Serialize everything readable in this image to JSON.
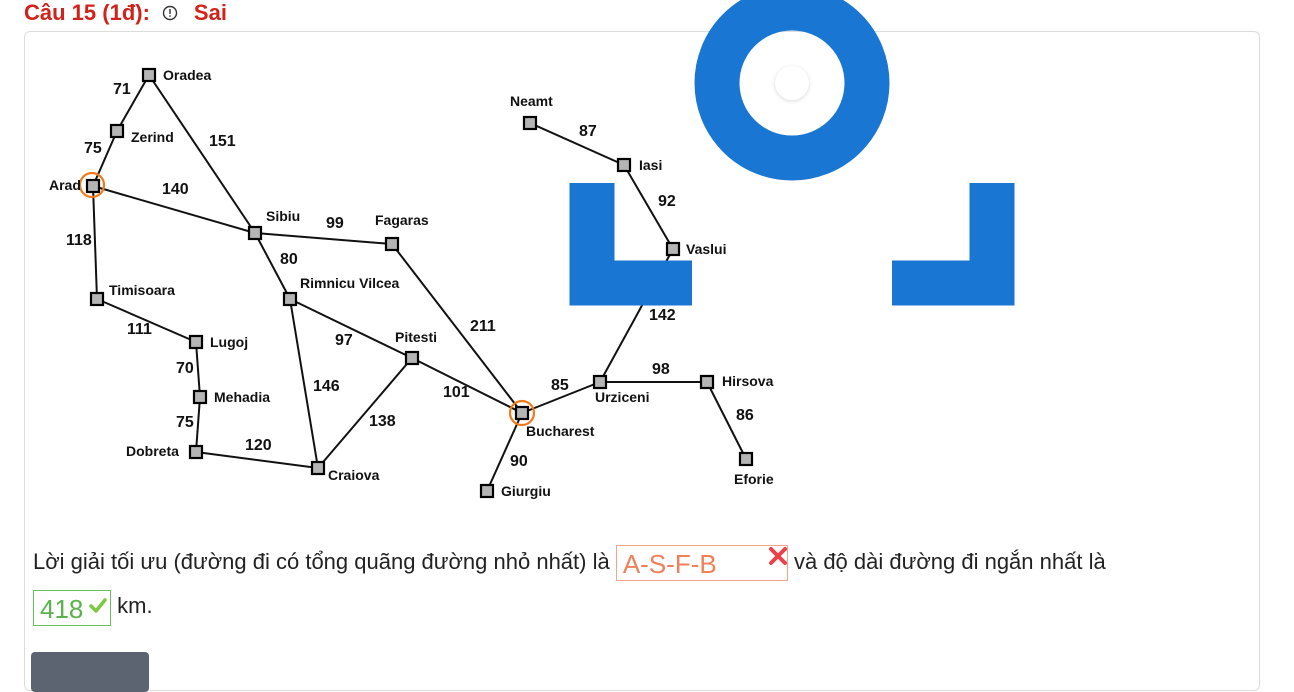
{
  "header": {
    "title": "Câu 15 (1đ):",
    "status": "Sai"
  },
  "graph": {
    "cities": {
      "oradea": "Oradea",
      "zerind": "Zerind",
      "arad": "Arad",
      "sibiu": "Sibiu",
      "fagaras": "Fagaras",
      "timisoara": "Timisoara",
      "rimnicu": "Rimnicu Vilcea",
      "lugoj": "Lugoj",
      "mehadia": "Mehadia",
      "dobreta": "Dobreta",
      "craiova": "Craiova",
      "pitesti": "Pitesti",
      "bucharest": "Bucharest",
      "giurgiu": "Giurgiu",
      "urziceni": "Urziceni",
      "hirsova": "Hirsova",
      "eforie": "Eforie",
      "vaslui": "Vaslui",
      "iasi": "Iasi",
      "neamt": "Neamt"
    },
    "distances": {
      "oradea_zerind": "71",
      "zerind_arad": "75",
      "oradea_sibiu": "151",
      "arad_sibiu": "140",
      "arad_timisoara": "118",
      "sibiu_fagaras": "99",
      "sibiu_rimnicu": "80",
      "timisoara_lugoj": "111",
      "lugoj_mehadia": "70",
      "mehadia_dobreta": "75",
      "dobreta_craiova": "120",
      "rimnicu_craiova": "146",
      "rimnicu_pitesti": "97",
      "craiova_pitesti": "138",
      "pitesti_bucharest": "101",
      "fagaras_bucharest": "211",
      "bucharest_giurgiu": "90",
      "bucharest_urziceni": "85",
      "urziceni_hirsova": "98",
      "hirsova_eforie": "86",
      "urziceni_vaslui": "142",
      "vaslui_iasi": "92",
      "iasi_neamt": "87"
    },
    "highlight_color": "#f07a1a"
  },
  "answer": {
    "text_before": "Lời giải tối ưu (đường đi có tổng quãng đường nhỏ nhất) là",
    "path_value": "A-S-F-B",
    "text_middle": "và độ dài đường đi ngắn nhất là",
    "length_value": "418",
    "text_after": "km.",
    "wrong_color": "#f0805a",
    "correct_color": "#5ab24b"
  },
  "icons": {
    "info": "info-circle-icon",
    "zoom": "zoom-scan-icon",
    "wrong": "cross-icon",
    "correct": "check-icon"
  },
  "colors": {
    "header_red": "#d1231c",
    "button_gray": "#5b6470"
  }
}
